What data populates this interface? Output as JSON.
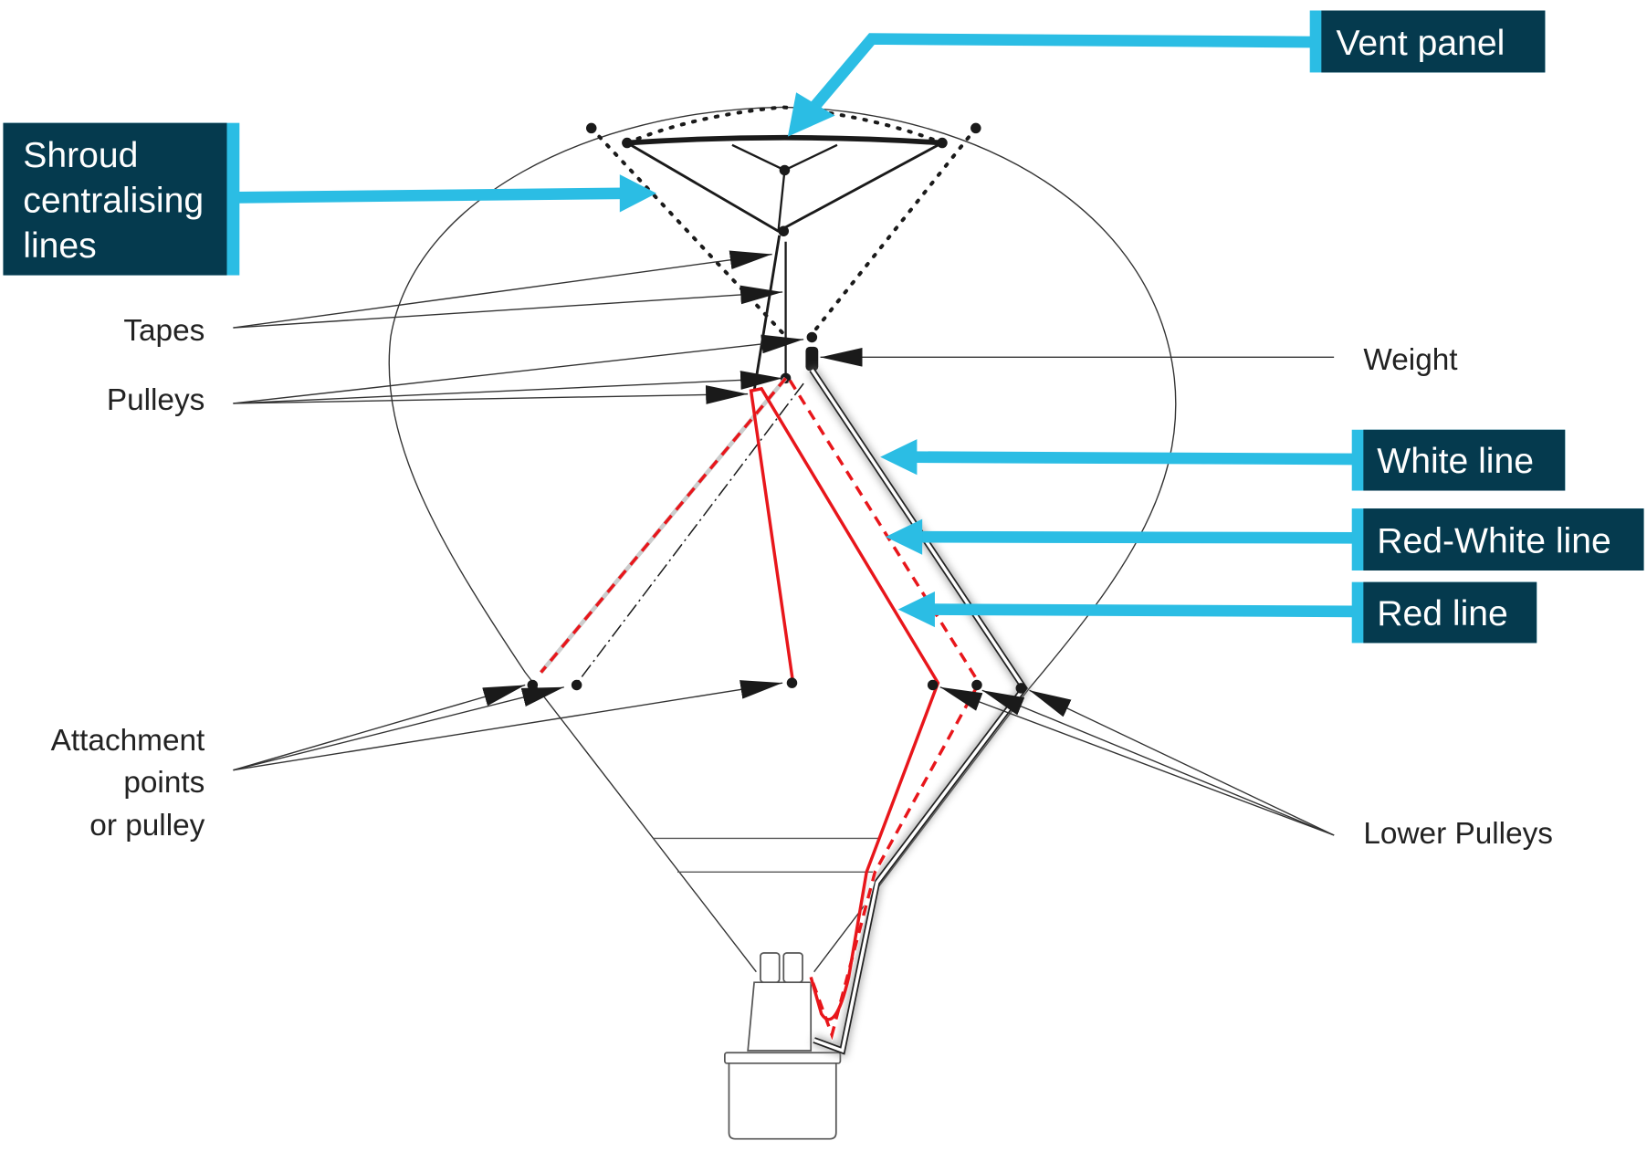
{
  "colors": {
    "label_box": "#053a4e",
    "accent": "#2bbde4",
    "red_line": "#e8161b",
    "ink": "#1a1a1a"
  },
  "callouts": {
    "vent_panel": "Vent panel",
    "shroud": [
      "Shroud",
      "centralising",
      "lines"
    ],
    "white_line": "White line",
    "red_white_line": "Red-White line",
    "red_line": "Red line"
  },
  "labels": {
    "tapes": "Tapes",
    "pulleys": "Pulleys",
    "attachment": [
      "Attachment",
      "points",
      "or pulley"
    ],
    "weight": "Weight",
    "lower_pulleys": "Lower Pulleys"
  }
}
